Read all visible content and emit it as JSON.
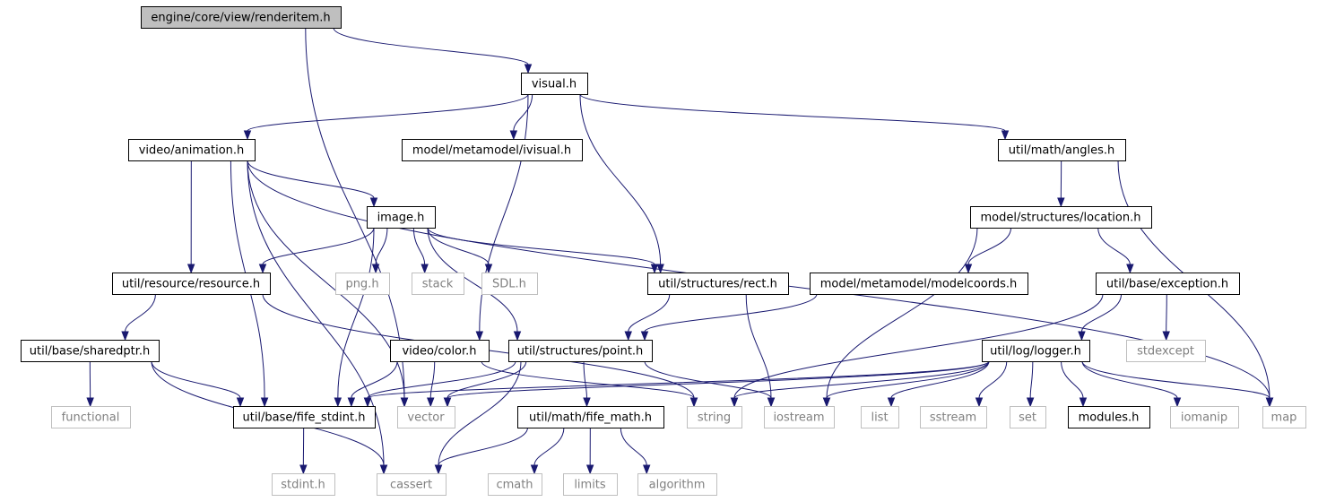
{
  "diagram": {
    "nodes": [
      {
        "id": "renderitem",
        "label": "engine/core/view/renderitem.h",
        "kind": "root"
      },
      {
        "id": "visual",
        "label": "visual.h",
        "kind": "internal"
      },
      {
        "id": "animation",
        "label": "video/animation.h",
        "kind": "internal"
      },
      {
        "id": "ivisual",
        "label": "model/metamodel/ivisual.h",
        "kind": "internal"
      },
      {
        "id": "angles",
        "label": "util/math/angles.h",
        "kind": "internal"
      },
      {
        "id": "image",
        "label": "image.h",
        "kind": "internal"
      },
      {
        "id": "location",
        "label": "model/structures/location.h",
        "kind": "internal"
      },
      {
        "id": "resource",
        "label": "util/resource/resource.h",
        "kind": "internal"
      },
      {
        "id": "png",
        "label": "png.h",
        "kind": "external"
      },
      {
        "id": "stack",
        "label": "stack",
        "kind": "external"
      },
      {
        "id": "sdl",
        "label": "SDL.h",
        "kind": "external"
      },
      {
        "id": "rect",
        "label": "util/structures/rect.h",
        "kind": "internal"
      },
      {
        "id": "modelcoords",
        "label": "model/metamodel/modelcoords.h",
        "kind": "internal"
      },
      {
        "id": "exception",
        "label": "util/base/exception.h",
        "kind": "internal"
      },
      {
        "id": "sharedptr",
        "label": "util/base/sharedptr.h",
        "kind": "internal"
      },
      {
        "id": "color",
        "label": "video/color.h",
        "kind": "internal"
      },
      {
        "id": "point",
        "label": "util/structures/point.h",
        "kind": "internal"
      },
      {
        "id": "logger",
        "label": "util/log/logger.h",
        "kind": "internal"
      },
      {
        "id": "stdexcept",
        "label": "stdexcept",
        "kind": "external"
      },
      {
        "id": "functional",
        "label": "functional",
        "kind": "external"
      },
      {
        "id": "fife_stdint",
        "label": "util/base/fife_stdint.h",
        "kind": "internal"
      },
      {
        "id": "vector",
        "label": "vector",
        "kind": "external"
      },
      {
        "id": "string",
        "label": "string",
        "kind": "external"
      },
      {
        "id": "iostream",
        "label": "iostream",
        "kind": "external"
      },
      {
        "id": "list",
        "label": "list",
        "kind": "external"
      },
      {
        "id": "sstream",
        "label": "sstream",
        "kind": "external"
      },
      {
        "id": "set",
        "label": "set",
        "kind": "external"
      },
      {
        "id": "modules",
        "label": "modules.h",
        "kind": "internal"
      },
      {
        "id": "iomanip",
        "label": "iomanip",
        "kind": "external"
      },
      {
        "id": "map",
        "label": "map",
        "kind": "external"
      },
      {
        "id": "fife_math",
        "label": "util/math/fife_math.h",
        "kind": "internal"
      },
      {
        "id": "stdint",
        "label": "stdint.h",
        "kind": "external"
      },
      {
        "id": "cassert",
        "label": "cassert",
        "kind": "external"
      },
      {
        "id": "cmath",
        "label": "cmath",
        "kind": "external"
      },
      {
        "id": "limits",
        "label": "limits",
        "kind": "external"
      },
      {
        "id": "algorithm",
        "label": "algorithm",
        "kind": "external"
      }
    ],
    "edges": [
      [
        "renderitem",
        "visual"
      ],
      [
        "renderitem",
        "vector"
      ],
      [
        "visual",
        "animation"
      ],
      [
        "visual",
        "ivisual"
      ],
      [
        "visual",
        "angles"
      ],
      [
        "visual",
        "rect"
      ],
      [
        "visual",
        "color"
      ],
      [
        "animation",
        "image"
      ],
      [
        "animation",
        "resource"
      ],
      [
        "animation",
        "fife_stdint"
      ],
      [
        "animation",
        "vector"
      ],
      [
        "animation",
        "cassert"
      ],
      [
        "animation",
        "map"
      ],
      [
        "angles",
        "location"
      ],
      [
        "angles",
        "map"
      ],
      [
        "image",
        "resource"
      ],
      [
        "image",
        "png"
      ],
      [
        "image",
        "stack"
      ],
      [
        "image",
        "sdl"
      ],
      [
        "image",
        "rect"
      ],
      [
        "image",
        "point"
      ],
      [
        "image",
        "fife_stdint"
      ],
      [
        "location",
        "modelcoords"
      ],
      [
        "location",
        "exception"
      ],
      [
        "location",
        "iostream"
      ],
      [
        "resource",
        "sharedptr"
      ],
      [
        "resource",
        "string"
      ],
      [
        "rect",
        "point"
      ],
      [
        "rect",
        "iostream"
      ],
      [
        "modelcoords",
        "point"
      ],
      [
        "exception",
        "logger"
      ],
      [
        "exception",
        "stdexcept"
      ],
      [
        "exception",
        "string"
      ],
      [
        "sharedptr",
        "functional"
      ],
      [
        "sharedptr",
        "fife_stdint"
      ],
      [
        "sharedptr",
        "cassert"
      ],
      [
        "color",
        "fife_stdint"
      ],
      [
        "color",
        "vector"
      ],
      [
        "color",
        "string"
      ],
      [
        "point",
        "fife_stdint"
      ],
      [
        "point",
        "vector"
      ],
      [
        "point",
        "iostream"
      ],
      [
        "point",
        "fife_math"
      ],
      [
        "point",
        "cassert"
      ],
      [
        "logger",
        "fife_stdint"
      ],
      [
        "logger",
        "vector"
      ],
      [
        "logger",
        "string"
      ],
      [
        "logger",
        "iostream"
      ],
      [
        "logger",
        "list"
      ],
      [
        "logger",
        "sstream"
      ],
      [
        "logger",
        "set"
      ],
      [
        "logger",
        "modules"
      ],
      [
        "logger",
        "iomanip"
      ],
      [
        "logger",
        "map"
      ],
      [
        "fife_stdint",
        "stdint"
      ],
      [
        "fife_math",
        "cassert"
      ],
      [
        "fife_math",
        "cmath"
      ],
      [
        "fife_math",
        "limits"
      ],
      [
        "fife_math",
        "algorithm"
      ]
    ]
  },
  "colors": {
    "edge": "#191970",
    "root_fill": "#bfbfbf",
    "external_border": "#bfbfbf",
    "external_text": "#808080"
  }
}
